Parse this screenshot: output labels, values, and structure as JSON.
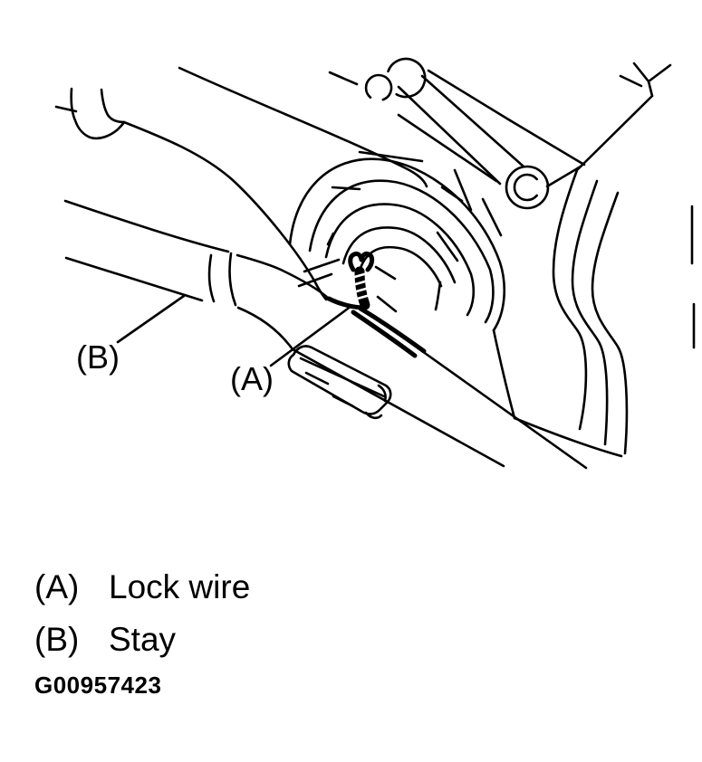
{
  "figure": {
    "callout_a": "(A)",
    "callout_b": "(B)",
    "legend": [
      {
        "key": "(A)",
        "label": "Lock wire"
      },
      {
        "key": "(B)",
        "label": "Stay"
      }
    ],
    "figure_code": "G00957423",
    "colors": {
      "line": "#000000",
      "background": "#ffffff"
    }
  }
}
